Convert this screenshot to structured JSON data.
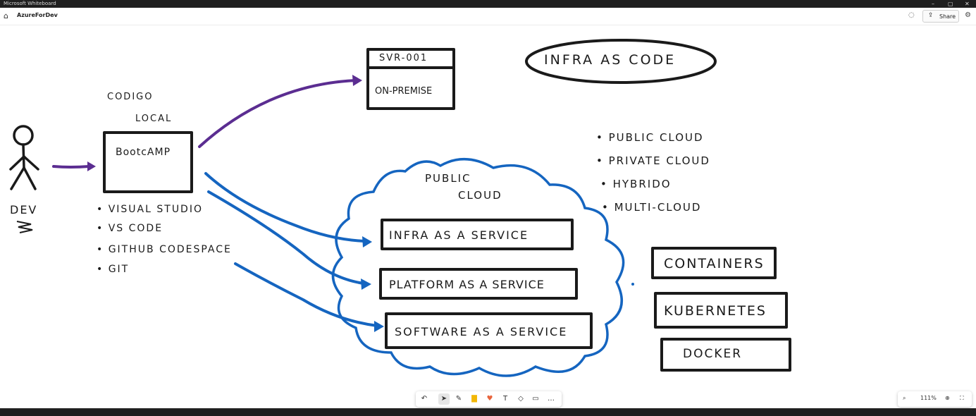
{
  "window": {
    "app_title": "Microsoft Whiteboard",
    "minimize_glyph": "–",
    "maximize_glyph": "▢",
    "close_glyph": "✕"
  },
  "toolbar": {
    "home_icon": "⌂",
    "board_name": "AzureForDev",
    "chevron": "⌵",
    "sync_icon": "◌",
    "share_icon": "⇪",
    "share_label": "Share",
    "settings_icon": "⚙"
  },
  "whiteboard": {
    "dev_label": "DEV",
    "codigo_label": "CODIGO",
    "local_label": "LOCAL",
    "bootcamp_label": "BootcAMP",
    "tools_list": [
      "• VISUAL STUDIO",
      "• VS CODE",
      "• GITHUB CODESPACE",
      "• GIT"
    ],
    "server_title": "SVR-001",
    "server_body": "ON-PREMISE",
    "infra_as_code": "INFRA AS CODE",
    "cloud_types": [
      "• PUBLIC CLOUD",
      "• PRIVATE CLOUD",
      "• HYBRIDO",
      "• MULTI-CLOUD"
    ],
    "cloud_title_1": "PUBLIC",
    "cloud_title_2": "CLOUD",
    "services": [
      "INFRA AS A SERVICE",
      "PLATFORM AS A SERVICE",
      "SOFTWARE AS A SERVICE"
    ],
    "containers_label": "CONTAINERS",
    "kubernetes_label": "KUBERNETES",
    "docker_label": "DOCKER",
    "colors": {
      "ink": "#1a1a1a",
      "purple": "#5b2d91",
      "blue": "#1565c0"
    }
  },
  "bottom_tools": {
    "undo": "↶",
    "select": "➤",
    "pen": "✎",
    "note": "▇",
    "reaction": "♥",
    "text": "T",
    "shapes": "◇",
    "template": "▭",
    "more": "…"
  },
  "zoom": {
    "zoom_out_icon": "⌕",
    "level": "111%",
    "zoom_in_icon": "⊕",
    "fit_icon": "⛶"
  }
}
